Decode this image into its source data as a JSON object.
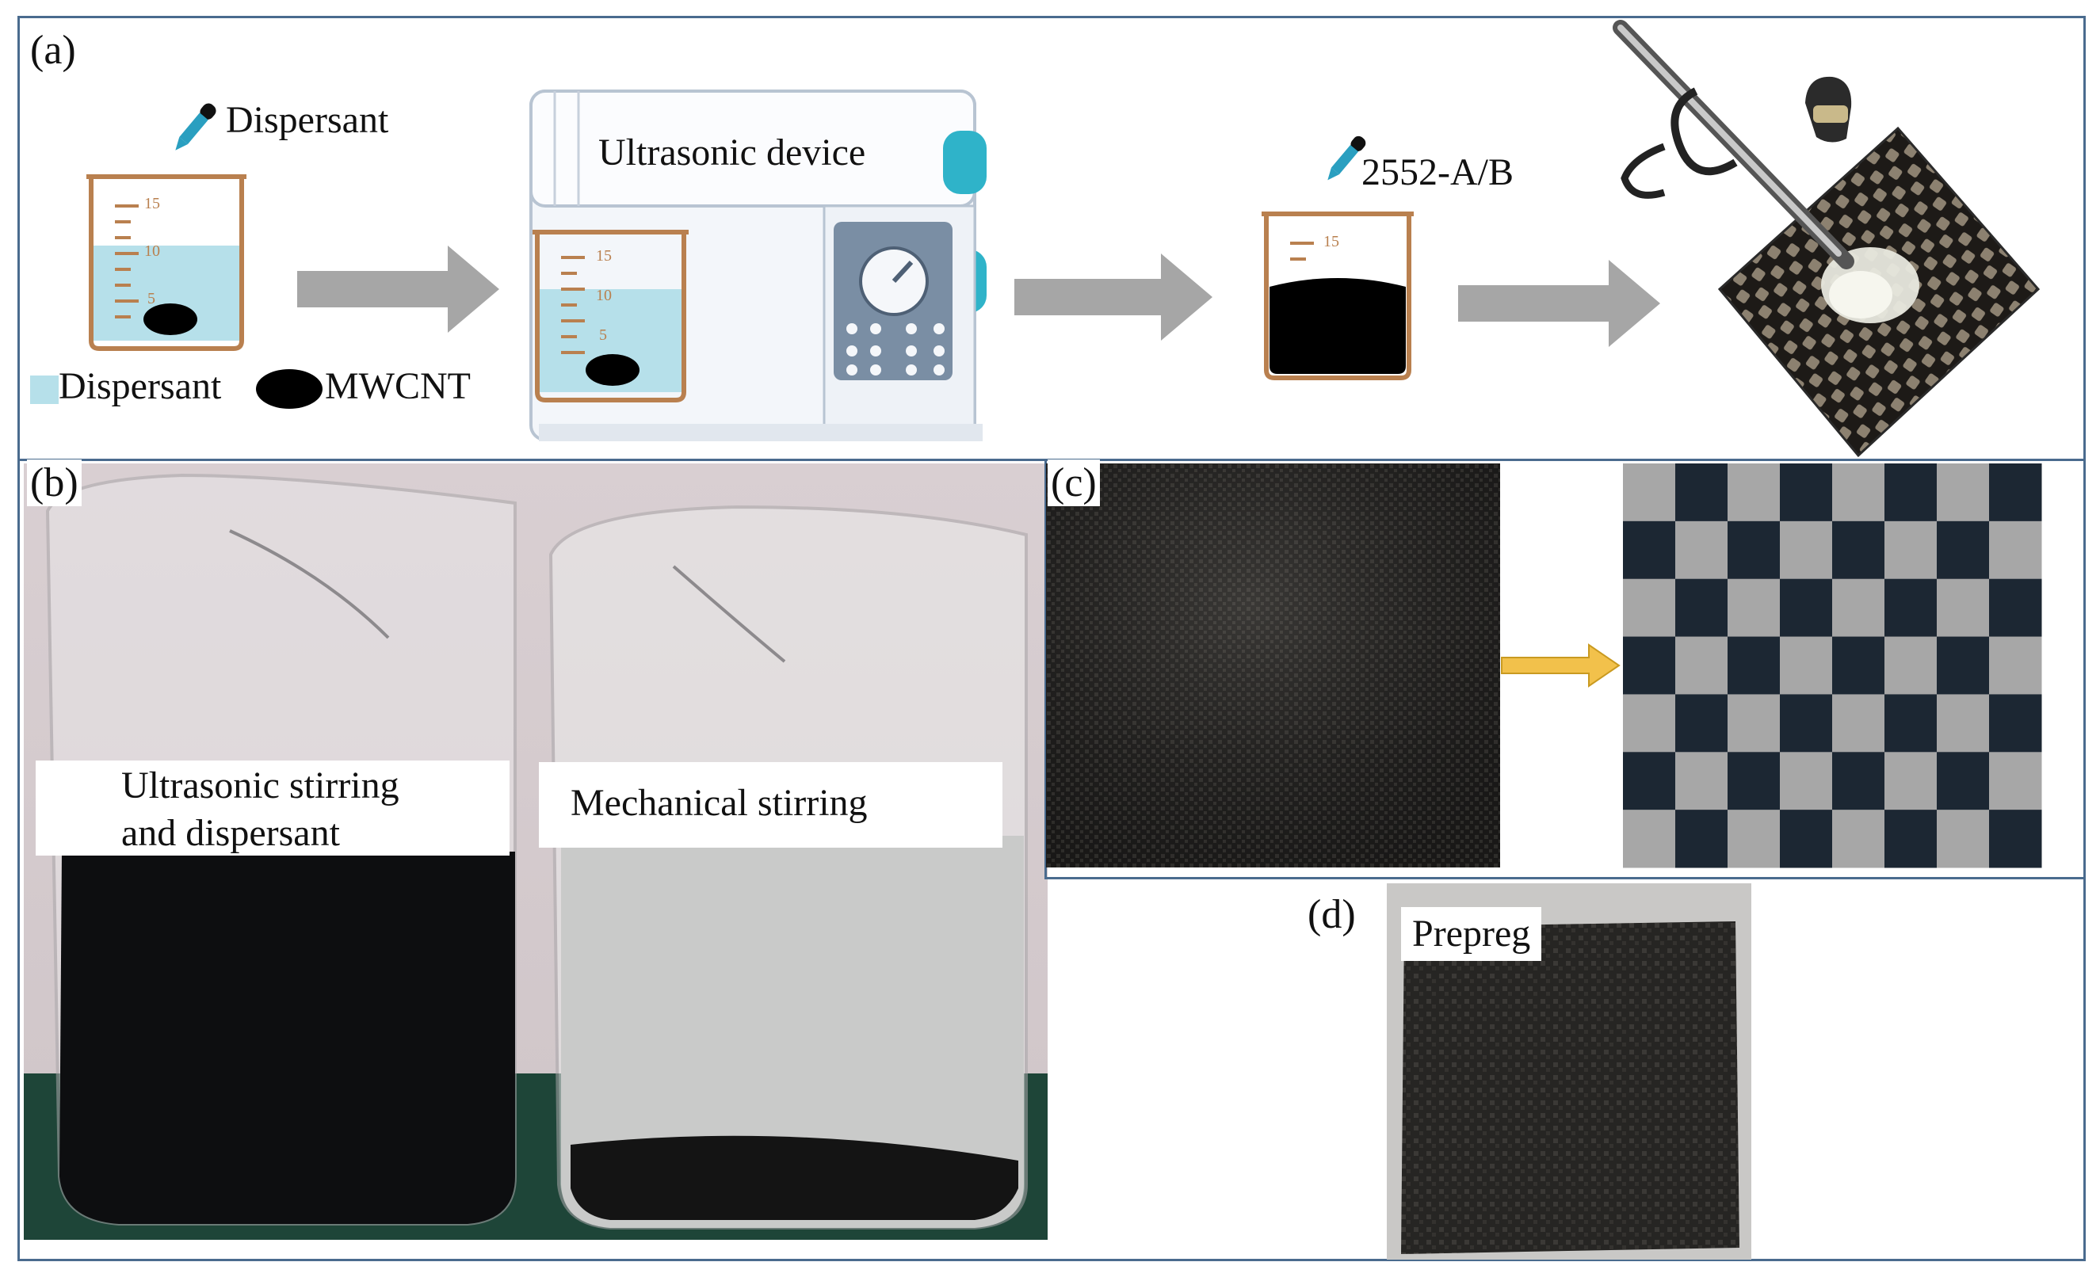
{
  "panels": {
    "a": {
      "label": "(a)",
      "dispersant_dropper_label": "Dispersant",
      "legend_dispersant": "Dispersant",
      "legend_mwcnt": "MWCNT",
      "ultrasonic_device_label": "Ultrasonic device",
      "resin_dropper_label": "2552-A/B",
      "beaker_scale_marks": [
        "15",
        "10",
        "5"
      ]
    },
    "b": {
      "label": "(b)",
      "left_beaker_label": "Ultrasonic stirring and dispersant",
      "right_beaker_label": "Mechanical stirring"
    },
    "c": {
      "label": "(c)"
    },
    "d": {
      "label": "(d)",
      "sample_label": "Prepreg"
    }
  },
  "colors": {
    "frame": "#4a6b8e",
    "dispersant_liquid": "#b6e0ea",
    "arrow": "#a6a6a6",
    "weave_dark": "#1c2733",
    "weave_light": "#a7a7a7",
    "device_accent": "#2fb3c9",
    "yellow_arrow": "#f2c14b"
  },
  "icons": [
    "dropper-icon",
    "beaker-icon",
    "ultrasonic-device-icon",
    "airbrush-icon",
    "arrow-right-icon"
  ]
}
